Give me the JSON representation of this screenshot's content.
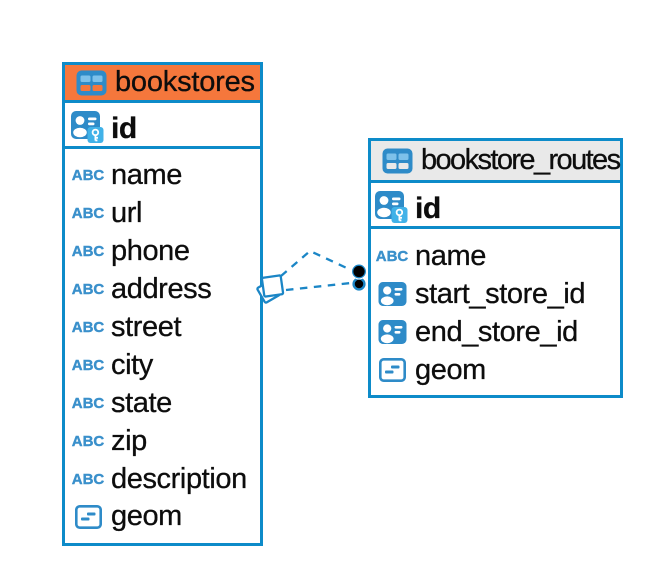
{
  "colors": {
    "table_border": "#0d8bc9",
    "bookstores_header_bg": "#f5773c",
    "routes_header_bg": "#e9e9e9",
    "icon_blue": "#2e8bc8",
    "icon_cell_light": "#7dc1ea",
    "key_badge_bg": "#41b2e8",
    "type_text_blue": "#3a90cb",
    "connector_blue": "#1b86c6"
  },
  "type_icon_label": "ABC",
  "tables": [
    {
      "name": "bookstores",
      "primary_key": {
        "name": "id"
      },
      "columns": [
        {
          "name": "name",
          "type": "text"
        },
        {
          "name": "url",
          "type": "text"
        },
        {
          "name": "phone",
          "type": "text"
        },
        {
          "name": "address",
          "type": "text"
        },
        {
          "name": "street",
          "type": "text"
        },
        {
          "name": "city",
          "type": "text"
        },
        {
          "name": "state",
          "type": "text"
        },
        {
          "name": "zip",
          "type": "text"
        },
        {
          "name": "description",
          "type": "text"
        },
        {
          "name": "geom",
          "type": "geometry"
        }
      ]
    },
    {
      "name": "bookstore_routes",
      "primary_key": {
        "name": "id"
      },
      "columns": [
        {
          "name": "name",
          "type": "text"
        },
        {
          "name": "start_store_id",
          "type": "foreign-key"
        },
        {
          "name": "end_store_id",
          "type": "foreign-key"
        },
        {
          "name": "geom",
          "type": "geometry"
        }
      ]
    }
  ],
  "relations": [
    {
      "from": "bookstore_routes.start_store_id",
      "to": "bookstores.id",
      "style": "dashed"
    },
    {
      "from": "bookstore_routes.end_store_id",
      "to": "bookstores.id",
      "style": "dashed"
    }
  ]
}
